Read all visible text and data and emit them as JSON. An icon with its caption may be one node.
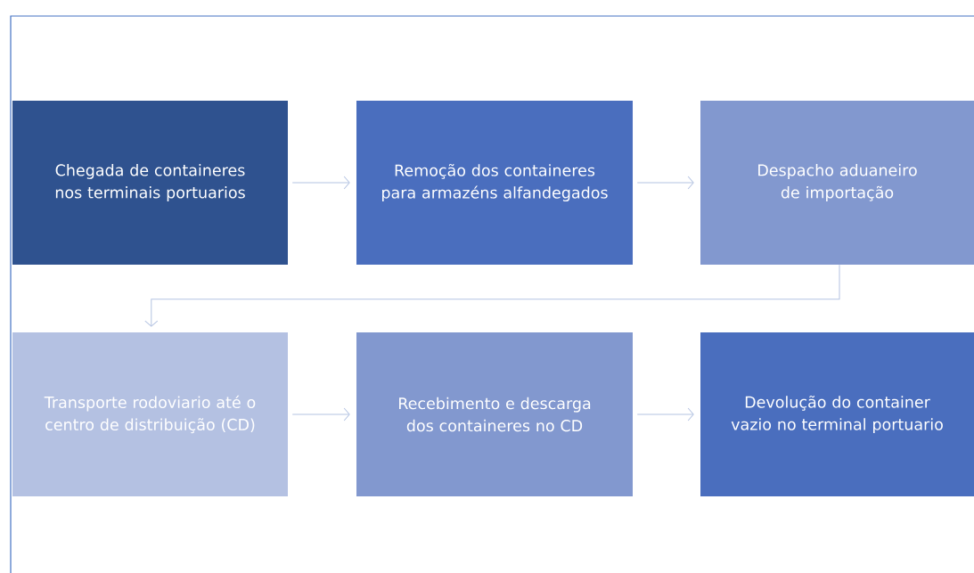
{
  "diagram": {
    "nodes": [
      {
        "text": [
          "Chegada de containeres nos terminais portuarios"
        ]
      },
      {
        "text": [
          "Remoção dos containeres para armazéns alfandegados"
        ]
      },
      {
        "text": [
          "Despacho aduaneiro de importação"
        ]
      },
      {
        "text": [
          "Transporte rodoviario até o centro de distribuição (CD)"
        ]
      },
      {
        "text": [
          "Recebimento e descarga dos containeres no CD"
        ]
      },
      {
        "text": [
          "Devolução do container vazio no terminal portuario"
        ]
      }
    ],
    "edges": [
      {
        "from": 0,
        "to": 1,
        "arrow": "to"
      },
      {
        "from": 1,
        "to": 2,
        "arrow": "to"
      },
      {
        "from": 2,
        "to": 3,
        "arrow": "to"
      },
      {
        "from": 3,
        "to": 4,
        "arrow": "to"
      },
      {
        "from": 4,
        "to": 5,
        "arrow": "to"
      }
    ]
  }
}
